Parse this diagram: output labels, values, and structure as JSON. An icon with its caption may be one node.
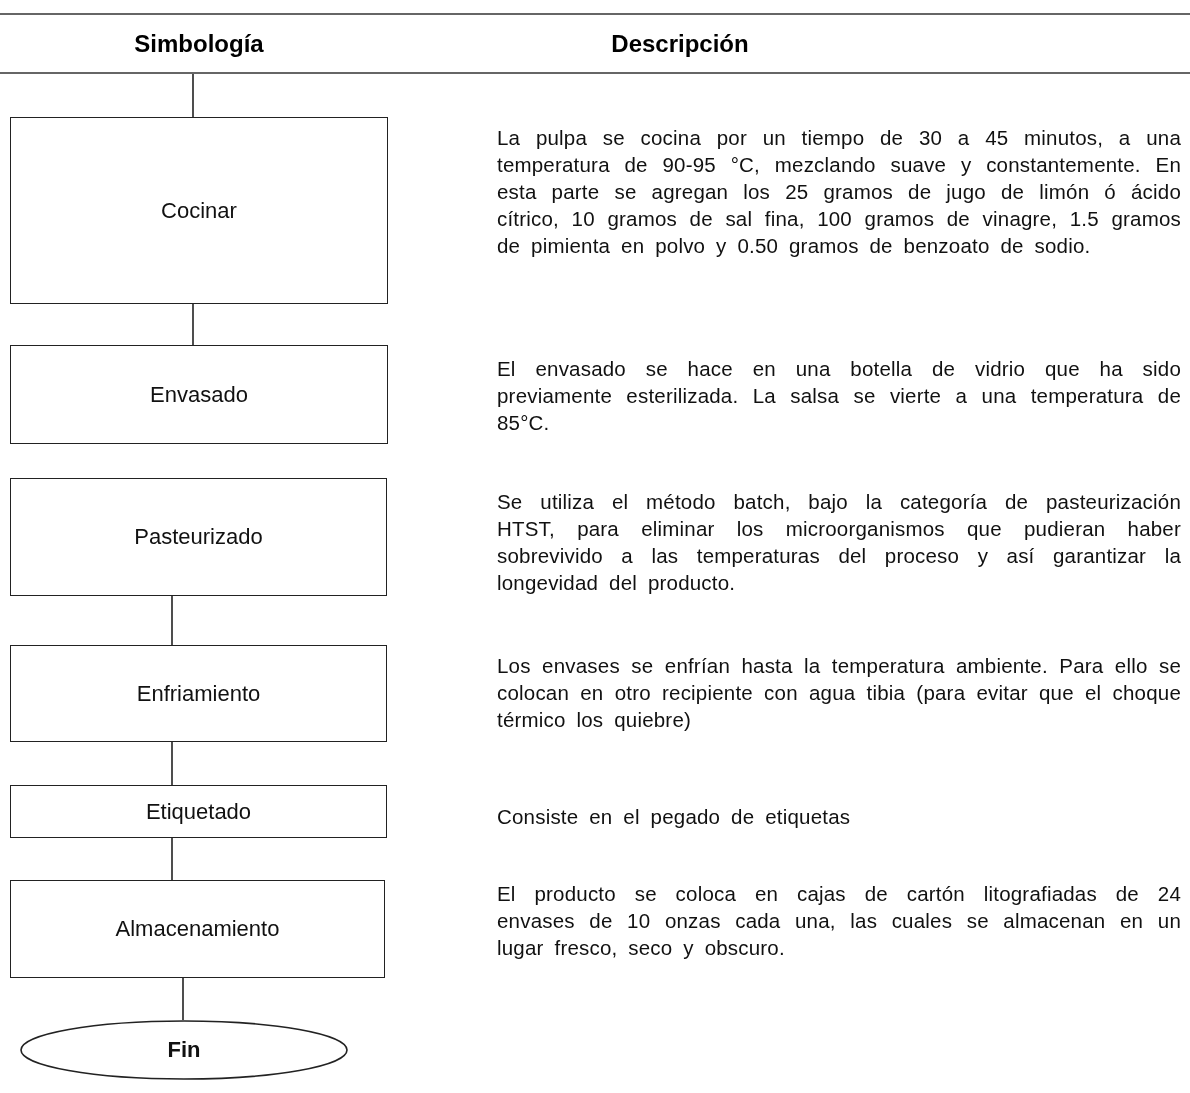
{
  "diagram": {
    "nodes": [
      {
        "text": [
          "Cocinar"
        ]
      },
      {
        "text": [
          "Envasado"
        ]
      },
      {
        "text": [
          "Pasteurizado"
        ]
      },
      {
        "text": [
          "Enfriamiento"
        ]
      },
      {
        "text": [
          "Etiquetado"
        ]
      },
      {
        "text": [
          "Almacenamiento"
        ]
      },
      {
        "text": [
          "Fin"
        ]
      }
    ],
    "edges": [
      {
        "from": null,
        "to": 0,
        "arrow": "none"
      },
      {
        "from": 0,
        "to": 1,
        "arrow": "none"
      },
      {
        "from": 2,
        "to": 3,
        "arrow": "none"
      },
      {
        "from": 3,
        "to": 4,
        "arrow": "none"
      },
      {
        "from": 4,
        "to": 5,
        "arrow": "none"
      },
      {
        "from": 5,
        "to": 6,
        "arrow": "none"
      }
    ],
    "labels": [
      "Simbología",
      "Descripción",
      "La pulpa se cocina por un tiempo de 30 a 45 minutos, a una temperatura de 90-95 °C, mezclando suave y constantemente. En esta parte se agregan los 25 gramos de jugo de limón ó ácido cítrico, 10 gramos de sal fina, 100 gramos de vinagre, 1.5 gramos de pimienta en polvo y 0.50 gramos de benzoato de sodio.",
      "El envasado se hace en una botella de vidrio que ha sido previamente esterilizada. La salsa se vierte a una temperatura de 85°C.",
      "Se utiliza el método batch, bajo la categoría de pasteurización HTST, para eliminar los microorganismos que pudieran haber sobrevivido a las temperaturas del proceso y así garantizar la longevidad del producto.",
      "Los envases se enfrían hasta la temperatura ambiente. Para ello se colocan en otro recipiente con agua tibia (para evitar que el choque térmico los quiebre)",
      "Consiste en el pegado de etiquetas",
      "El producto se coloca en cajas de cartón  litografiadas de 24 envases de 10 onzas cada una, las cuales se almacenan en un lugar fresco, seco y obscuro."
    ]
  }
}
